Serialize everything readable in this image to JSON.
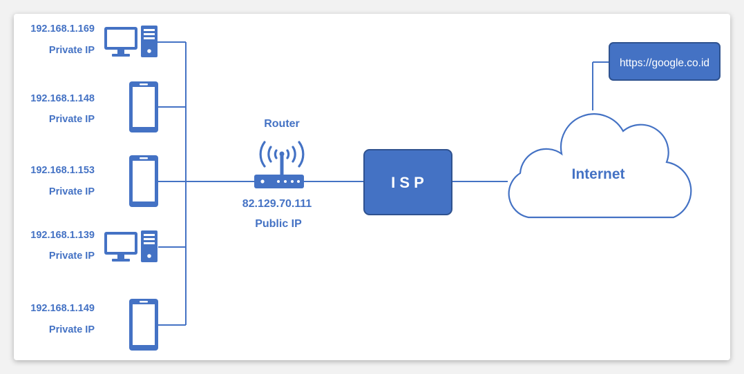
{
  "colors": {
    "primary": "#4472c4",
    "box_fill": "#4472c4",
    "box_border": "#2f528f",
    "text_on_box": "#ffffff",
    "background": "#ffffff"
  },
  "devices": [
    {
      "ip": "192.168.1.169",
      "type_label": "Private IP",
      "icon": "desktop-computer-icon"
    },
    {
      "ip": "192.168.1.148",
      "type_label": "Private IP",
      "icon": "smartphone-icon"
    },
    {
      "ip": "192.168.1.153",
      "type_label": "Private IP",
      "icon": "smartphone-icon"
    },
    {
      "ip": "192.168.1.139",
      "type_label": "Private IP",
      "icon": "desktop-computer-icon"
    },
    {
      "ip": "192.168.1.149",
      "type_label": "Private IP",
      "icon": "smartphone-icon"
    }
  ],
  "router": {
    "title": "Router",
    "ip": "82.129.70.111",
    "ip_label": "Public IP",
    "icon": "wifi-router-icon"
  },
  "isp": {
    "label": "I S P"
  },
  "internet": {
    "label": "Internet",
    "icon": "cloud-icon"
  },
  "website": {
    "url": "https://google.co.id"
  }
}
